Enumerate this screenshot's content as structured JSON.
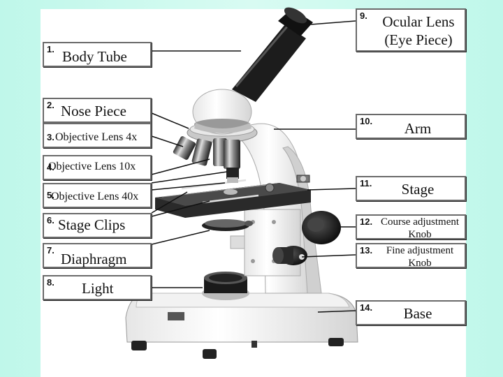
{
  "labels": [
    {
      "number": "1.",
      "text": "Body Tube"
    },
    {
      "number": "2.",
      "text": "Nose Piece"
    },
    {
      "number": "3.",
      "text": "Objective Lens 4x"
    },
    {
      "number": "4.",
      "text": "Objective Lens 10x"
    },
    {
      "number": "5.",
      "text": "Objective Lens 40x"
    },
    {
      "number": "6.",
      "text": "Stage Clips"
    },
    {
      "number": "7.",
      "text": "Diaphragm"
    },
    {
      "number": "8.",
      "text": "Light"
    },
    {
      "number": "9.",
      "text": "Ocular Lens",
      "text2": "(Eye Piece)"
    },
    {
      "number": "10.",
      "text": "Arm"
    },
    {
      "number": "11.",
      "text": "Stage"
    },
    {
      "number": "12.",
      "text": "Course adjustment",
      "text2": "Knob"
    },
    {
      "number": "13.",
      "text": "Fine adjustment",
      "text2": "Knob"
    },
    {
      "number": "14.",
      "text": "Base"
    }
  ]
}
